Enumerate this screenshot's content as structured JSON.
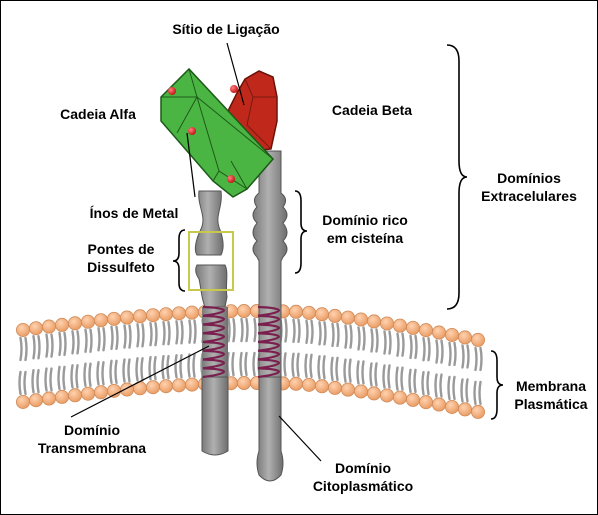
{
  "labels": {
    "binding_site": "Sítio de Ligação",
    "alpha_chain": "Cadeia Alfa",
    "beta_chain": "Cadeia Beta",
    "metal_ions": "Ínos de Metal",
    "disulfide_bridges": [
      "Pontes de",
      "Dissulfeto"
    ],
    "cysteine_rich_domain": [
      "Domínio rico",
      "em cisteína"
    ],
    "extracellular_domains": [
      "Domínios",
      "Extracelulares"
    ],
    "plasma_membrane": [
      "Membrana",
      "Plasmática"
    ],
    "transmembrane_domain": [
      "Domínio",
      "Transmembrana"
    ],
    "cytoplasmic_domain": [
      "Domínio",
      "Citoplasmático"
    ]
  },
  "colors": {
    "alpha_chain_fill": "#4bb543",
    "beta_head_fill": "#c1281c",
    "metal_ion_fill": "#e02a2a",
    "stalk_fill": "#9e9e9e",
    "lipid_head_fill": "#f3b98e",
    "lipid_tail": "#9a9a9a",
    "helix_stroke": "#7a1f4e",
    "disulfide_box": "#c8c84a"
  }
}
